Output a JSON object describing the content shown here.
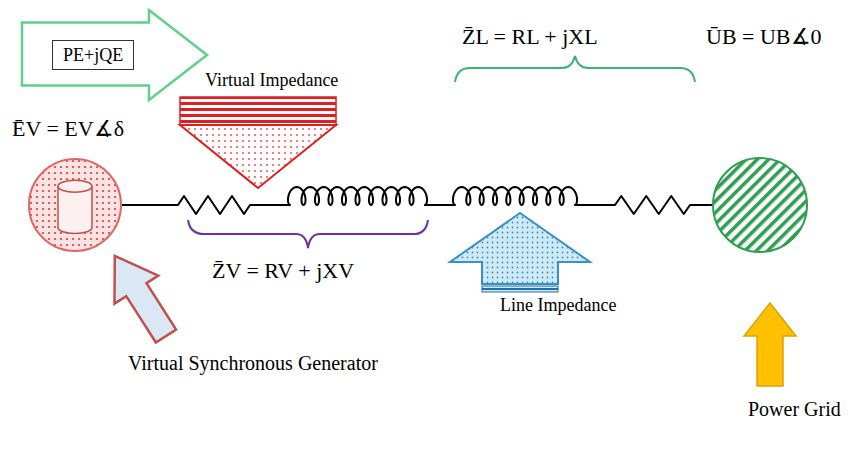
{
  "diagram": {
    "nodes": [
      {
        "text": [
          "PE+jQE"
        ]
      },
      {
        "text": [
          "ĒV = EV∡δ"
        ]
      },
      {
        "text": [
          "ŪB = UB∡0"
        ]
      }
    ],
    "edges": [
      {
        "from": 1,
        "to": 2,
        "arrow": "none"
      }
    ],
    "labels": [
      "Virtual Impedance",
      "Z̄V = RV + jXV",
      "Z̄L = RL + jXL",
      "Line Impedance",
      "Virtual Synchronous Generator",
      "Power Grid"
    ]
  }
}
